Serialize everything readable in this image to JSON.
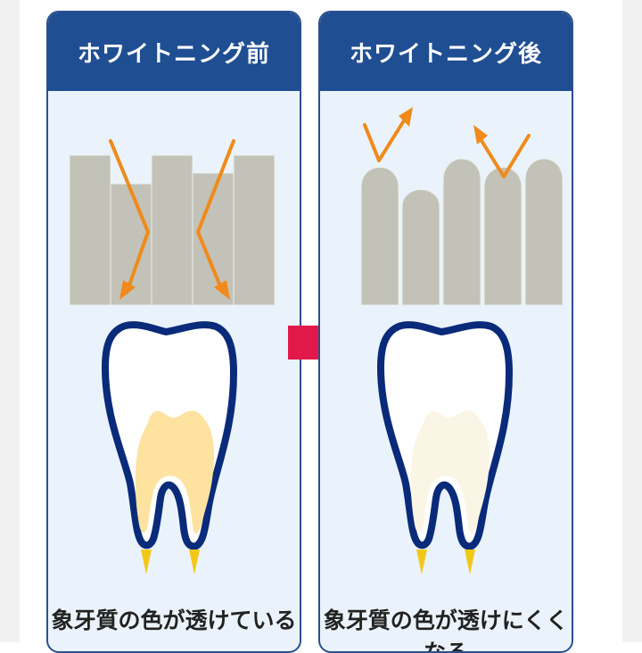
{
  "before": {
    "title": "ホワイトニング前",
    "caption": "象牙質の色が透けている",
    "dentin_color": "#fde2a0"
  },
  "after": {
    "title": "ホワイトニング後",
    "caption": "象牙質の色が透けにくくなる",
    "dentin_color": "#fbf5e6"
  },
  "colors": {
    "header_bg": "#1f4e92",
    "panel_bg": "#eaf3fb",
    "enamel_gray": "#c3c2b8",
    "light_ray": "#f08a1a",
    "tooth_outline": "#0a2a7a",
    "root_tip": "#f2c818",
    "transition_arrow": "#e1194a"
  },
  "icons": {
    "transition": "right-arrow-icon",
    "light_ray": "light-ray-icon"
  }
}
